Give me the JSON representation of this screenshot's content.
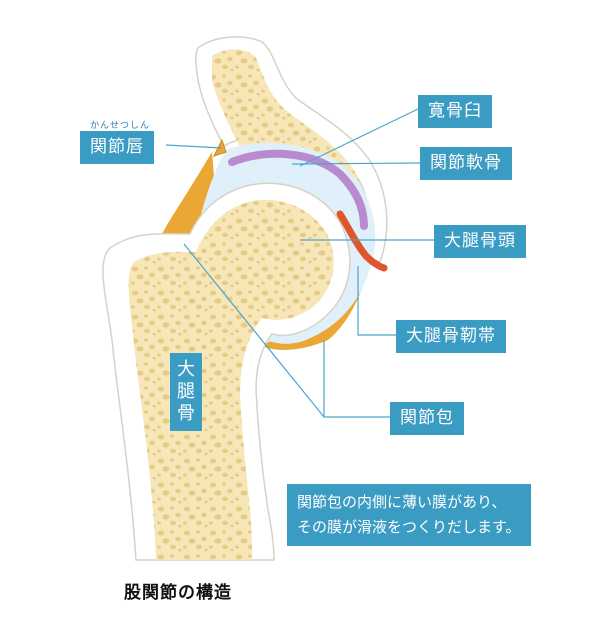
{
  "labels": {
    "acetabulum": "寛骨臼",
    "labrum": "関節唇",
    "labrum_ruby": "かんせつしん",
    "cartilage": "関節軟骨",
    "femoral_head": "大腿骨頭",
    "femur_chars": [
      "大",
      "腿",
      "骨"
    ],
    "ligament": "大腿骨靭帯",
    "capsule": "関節包"
  },
  "note": {
    "line1": "関節包の内側に薄い膜があり、",
    "line2": "その膜が滑液をつくりだします。"
  },
  "title": "股関節の構造",
  "colors": {
    "label_bg": "#3a9bc3",
    "leader": "#4aa6cc",
    "bone_fill": "#f6e6b8",
    "bone_spots": "#e8cf8a",
    "capsule_orange": "#eba733",
    "synovial_blue": "#dff0fa",
    "cartilage_purple": "#b98ad0",
    "ligament_red": "#e0552a"
  }
}
